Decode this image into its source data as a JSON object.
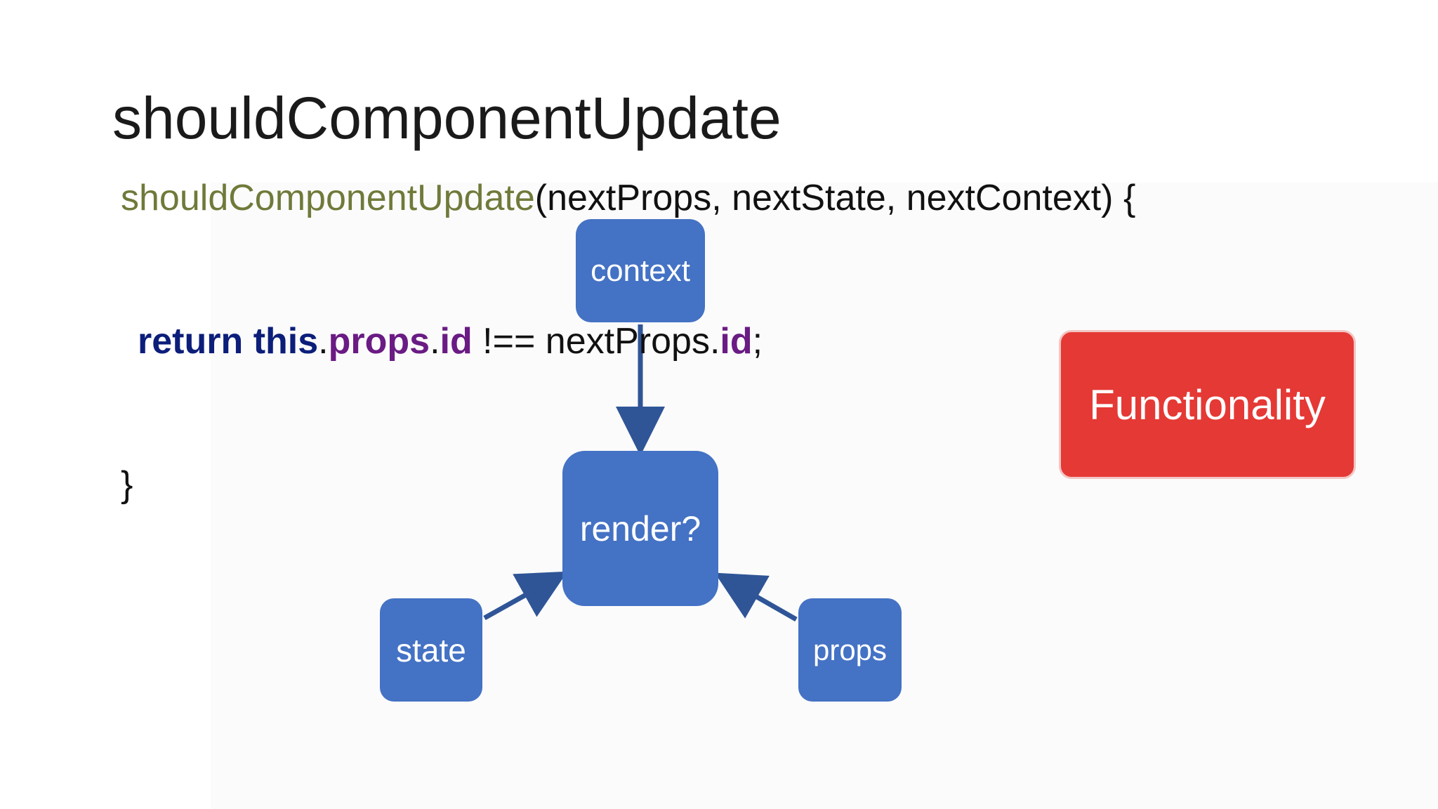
{
  "title": "shouldComponentUpdate",
  "code": {
    "line1_fn": "shouldComponentUpdate",
    "line1_rest": "(nextProps, nextState, nextContext) {",
    "line2_return": "return",
    "line2_this": "this",
    "line2_dot1": ".",
    "line2_props": "props",
    "line2_dot2": ".",
    "line2_id": "id",
    "line2_mid": " !== nextProps.",
    "line2_id2": "id",
    "line2_end": ";",
    "line3": "}"
  },
  "diagram": {
    "nodes": {
      "context": "context",
      "render": "render?",
      "state": "state",
      "props": "props"
    },
    "edges": [
      {
        "from": "context",
        "to": "render"
      },
      {
        "from": "state",
        "to": "render"
      },
      {
        "from": "props",
        "to": "render"
      }
    ],
    "node_color": "#4472c4",
    "arrow_color": "#2f5597"
  },
  "badge": {
    "label": "Functionality",
    "color": "#e53935"
  }
}
